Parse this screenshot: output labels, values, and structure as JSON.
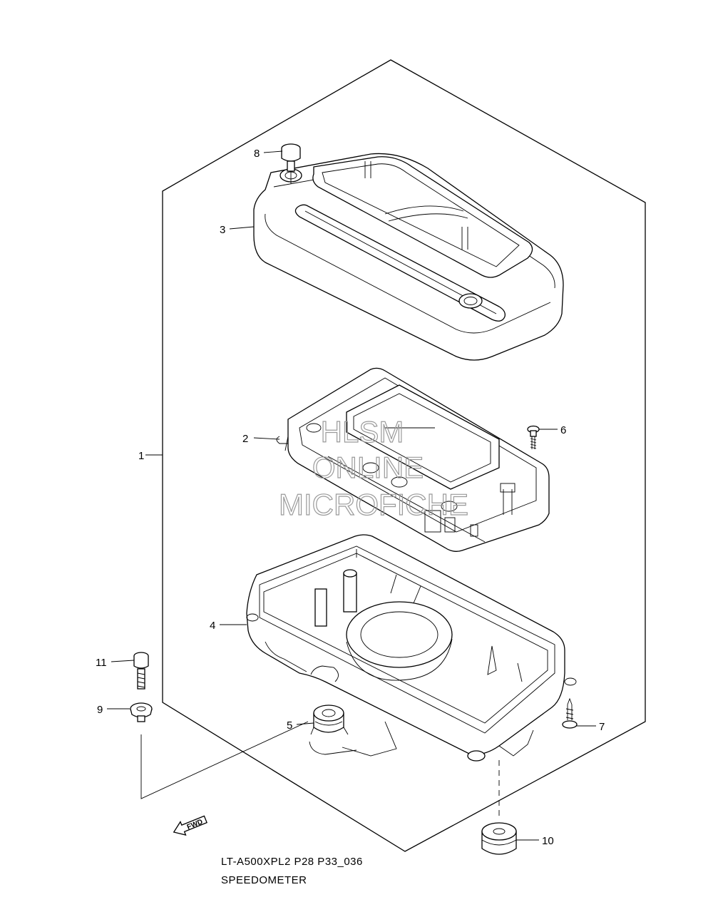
{
  "diagram": {
    "callouts": {
      "c1": "1",
      "c2": "2",
      "c3": "3",
      "c4": "4",
      "c5": "5",
      "c6": "6",
      "c7": "7",
      "c8": "8",
      "c9": "9",
      "c10": "10",
      "c11": "11"
    },
    "watermark": {
      "line1": "HLSM",
      "line2": "ONLINE",
      "line3": "MICROFICHE"
    },
    "fwd_label": "FWD",
    "caption": {
      "code": "LT-A500XPL2 P28 P33_036",
      "title": "SPEEDOMETER"
    }
  }
}
